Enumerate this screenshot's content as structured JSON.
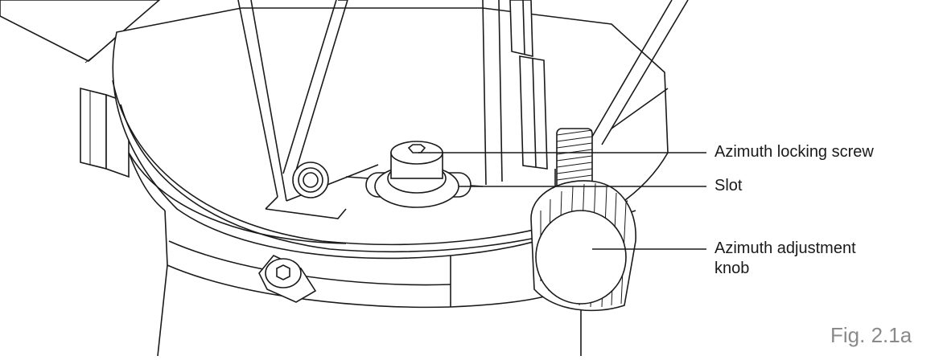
{
  "labels": {
    "locking_screw": "Azimuth locking screw",
    "slot": "Slot",
    "knob_line1": "Azimuth adjustment",
    "knob_line2": "knob"
  },
  "figure": "Fig. 2.1a",
  "colors": {
    "line": "#1a1a1a",
    "figure_label": "#8a8a8a",
    "background": "#ffffff"
  }
}
